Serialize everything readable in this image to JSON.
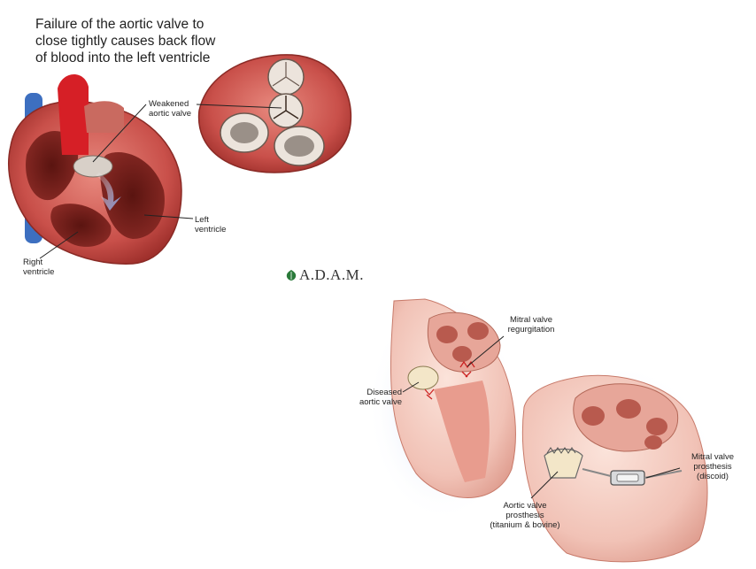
{
  "headline": {
    "line1": "Failure of the aortic valve to",
    "line2": "close tightly causes back flow",
    "line3": "of blood into the left ventricle"
  },
  "top_labels": {
    "weakened_line1": "Weakened",
    "weakened_line2": "aortic valve",
    "left_line1": "Left",
    "left_line2": "ventricle",
    "right_line1": "Right",
    "right_line2": "ventricle"
  },
  "brand": {
    "name": "A.D.A.M."
  },
  "bottom_labels": {
    "mitral_regurg_line1": "Mitral valve",
    "mitral_regurg_line2": "regurgitation",
    "diseased_line1": "Diseased",
    "diseased_line2": "aortic valve",
    "mitral_prosthesis_line1": "Mitral valve",
    "mitral_prosthesis_line2": "prosthesis",
    "mitral_prosthesis_line3": "(discoid)",
    "aortic_prosthesis_line1": "Aortic valve",
    "aortic_prosthesis_line2": "prosthesis",
    "aortic_prosthesis_line3": "(titanium & bovine)"
  },
  "colors": {
    "heart_muscle": "#c9504a",
    "aorta_red": "#d61f26",
    "vein_blue": "#3d6fc0",
    "pale_tissue": "#f1c2b6",
    "brand_green": "#2a7a3a"
  }
}
